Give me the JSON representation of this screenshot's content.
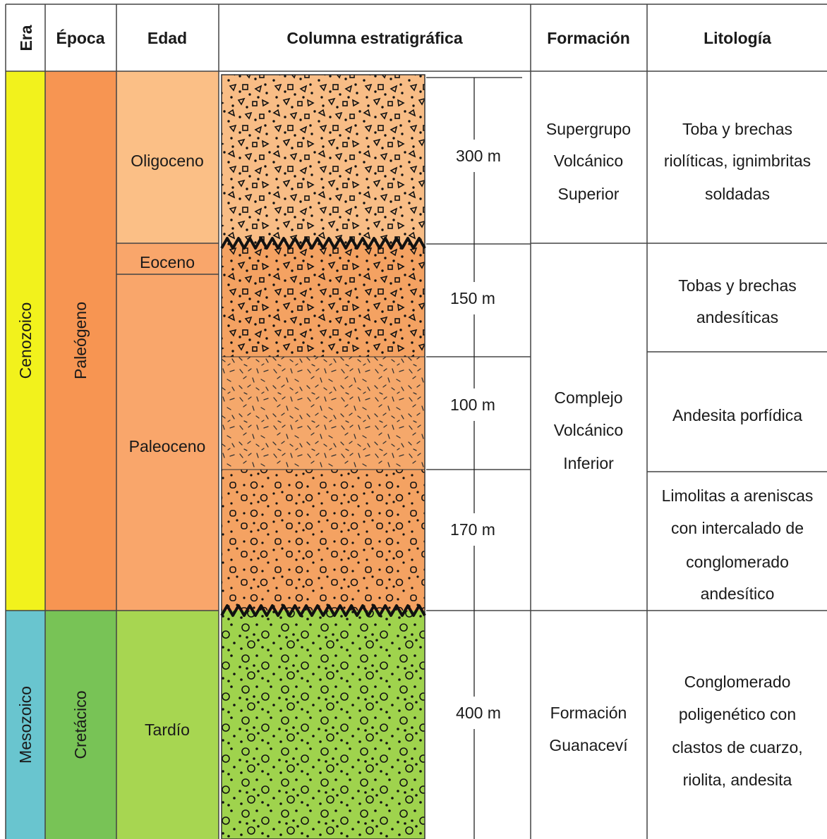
{
  "headers": {
    "era": "Era",
    "epoca": "Época",
    "edad": "Edad",
    "columna": "Columna estratigráfica",
    "formacion": "Formación",
    "litologia": "Litología"
  },
  "eras": [
    {
      "name": "Cenozoico",
      "color": "#f2f21c"
    },
    {
      "name": "Mesozoico",
      "color": "#69c5cf"
    }
  ],
  "epochs": [
    {
      "name": "Paleógeno",
      "color": "#f79552"
    },
    {
      "name": "Cretácico",
      "color": "#78c356"
    }
  ],
  "ages": [
    {
      "name": "Oligoceno",
      "color": "#fbbf86"
    },
    {
      "name": "Eoceno",
      "color": "#f9a66b"
    },
    {
      "name": "Paleoceno",
      "color": "#f9a66b"
    },
    {
      "name": "Tardío",
      "color": "#a7d651"
    }
  ],
  "layers": [
    {
      "thickness": "300 m",
      "pattern": "volcanic-breccia",
      "color": "#f8bd86"
    },
    {
      "thickness": "150 m",
      "pattern": "volcanic-breccia",
      "color": "#f4a262"
    },
    {
      "thickness": "100 m",
      "pattern": "porphyritic",
      "color": "#f5a86b"
    },
    {
      "thickness": "170 m",
      "pattern": "conglomerate-sandstone",
      "color": "#f4a262"
    },
    {
      "thickness": "400 m",
      "pattern": "polygenetic-conglomerate",
      "color": "#9fd34d"
    }
  ],
  "formations": [
    {
      "lines": [
        "Supergrupo",
        "Volcánico",
        "Superior"
      ]
    },
    {
      "lines": [
        "Complejo",
        "Volcánico",
        "Inferior"
      ]
    },
    {
      "lines": [
        "Formación",
        "Guanaceví"
      ]
    }
  ],
  "lithologies": [
    {
      "lines": [
        "Toba y brechas",
        "riolíticas, ignimbritas",
        "soldadas"
      ]
    },
    {
      "lines": [
        "Tobas y brechas",
        "andesíticas"
      ]
    },
    {
      "lines": [
        "Andesita porfídica"
      ]
    },
    {
      "lines": [
        "Limolitas a areniscas",
        "con intercalado de",
        "conglomerado",
        "andesítico"
      ]
    },
    {
      "lines": [
        "Conglomerado",
        "poligenético con",
        "clastos de cuarzo,",
        "riolita, andesita"
      ]
    }
  ]
}
